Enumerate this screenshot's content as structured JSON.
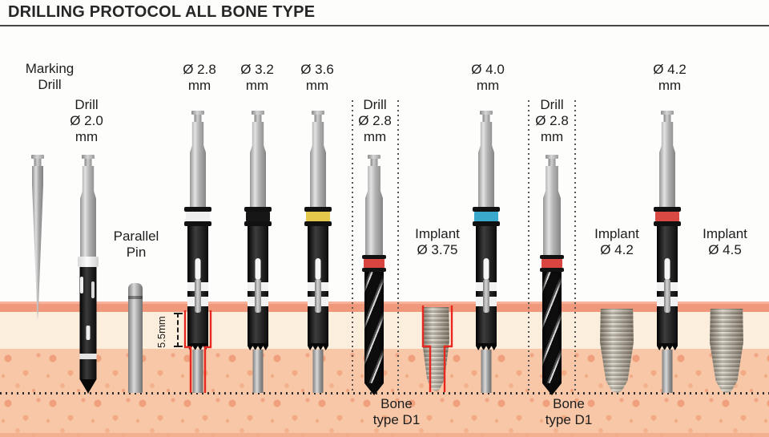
{
  "title": "DRILLING PROTOCOL ALL BONE TYPE",
  "labels": {
    "marking_drill": "Marking\nDrill",
    "drill_20": "Drill\nØ 2.0\nmm",
    "parallel_pin": "Parallel\nPin",
    "dia_28": "Ø 2.8\nmm",
    "dia_32": "Ø 3.2\nmm",
    "dia_36": "Ø 3.6\nmm",
    "drill_28_a": "Drill\nØ 2.8\nmm",
    "implant_375": "Implant\nØ 3.75",
    "dia_40": "Ø 4.0\nmm",
    "drill_28_b": "Drill\nØ 2.8\nmm",
    "implant_42": "Implant\nØ 4.2",
    "dia_42": "Ø 4.2\nmm",
    "implant_45": "Implant\nØ 4.5",
    "bone_type_a": "Bone\ntype D1",
    "bone_type_b": "Bone\ntype D1",
    "depth_marker": "5.5mm"
  },
  "colors": {
    "bands": {
      "drill_28": "#eeeeee",
      "drill_32": "#161616",
      "drill_36": "#e3c84b",
      "drill_40": "#38a9cb",
      "drill_42": "#d94944",
      "flute_red": "#d8443f"
    },
    "annotation_red": "#e8271f",
    "bone": {
      "cortical": "#f0987b",
      "subcortical": "#fbeedd",
      "trabecular": "#f7c7a8"
    }
  }
}
